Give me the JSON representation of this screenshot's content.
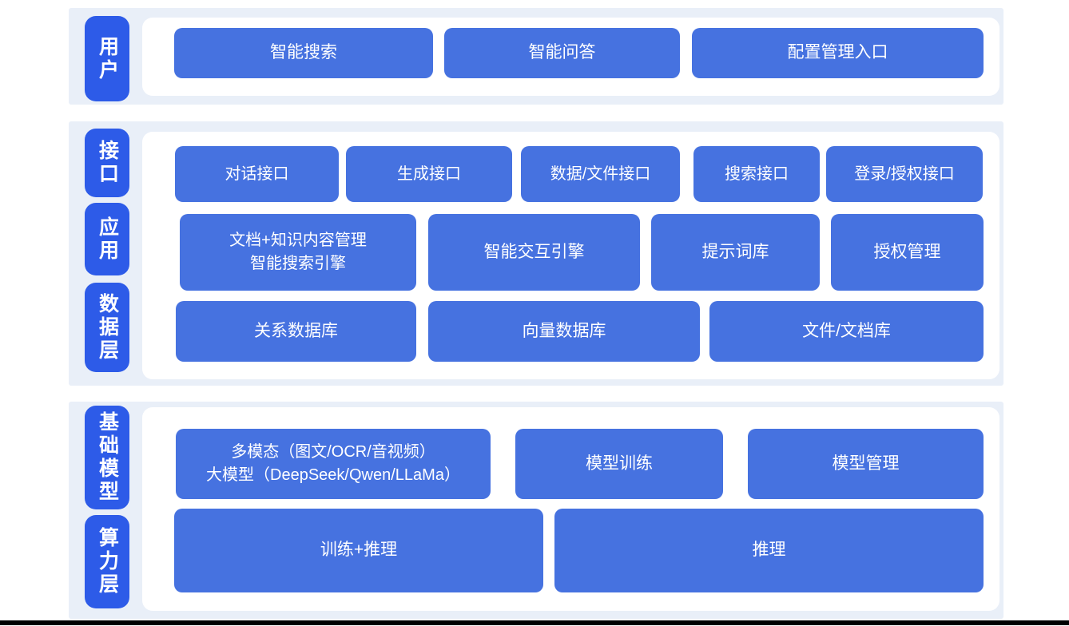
{
  "colors": {
    "band_background": "#e9eff8",
    "layer_label_blue": "#2d5be8",
    "block_blue": "#4672e0",
    "text": "#ffffff",
    "bottom_bar": "#000000"
  },
  "bands": [
    {
      "pills": [
        {
          "label": "用户"
        }
      ],
      "rows": [
        {
          "buttons": [
            {
              "label": "智能搜索"
            },
            {
              "label": "智能问答"
            },
            {
              "label": "配置管理入口"
            }
          ]
        }
      ]
    },
    {
      "pills": [
        {
          "label": "接口"
        },
        {
          "label": "应用"
        },
        {
          "label": "数据层"
        }
      ],
      "rows": [
        {
          "buttons": [
            {
              "label": "对话接口"
            },
            {
              "label": "生成接口"
            },
            {
              "label": "数据/文件接口"
            },
            {
              "label": "搜索接口"
            },
            {
              "label": "登录/授权接口"
            }
          ]
        },
        {
          "buttons": [
            {
              "label": "文档+知识内容管理\n智能搜索引擎"
            },
            {
              "label": "智能交互引擎"
            },
            {
              "label": "提示词库"
            },
            {
              "label": "授权管理"
            }
          ]
        },
        {
          "buttons": [
            {
              "label": "关系数据库"
            },
            {
              "label": "向量数据库"
            },
            {
              "label": "文件/文档库"
            }
          ]
        }
      ]
    },
    {
      "pills": [
        {
          "label": "基础模型"
        },
        {
          "label": "算力层"
        }
      ],
      "rows": [
        {
          "buttons": [
            {
              "label": "多模态（图文/OCR/音视频）\n大模型（DeepSeek/Qwen/LLaMa）"
            },
            {
              "label": "模型训练"
            },
            {
              "label": "模型管理"
            }
          ]
        },
        {
          "buttons": [
            {
              "label": "训练+推理"
            },
            {
              "label": "推理"
            }
          ]
        }
      ]
    }
  ]
}
